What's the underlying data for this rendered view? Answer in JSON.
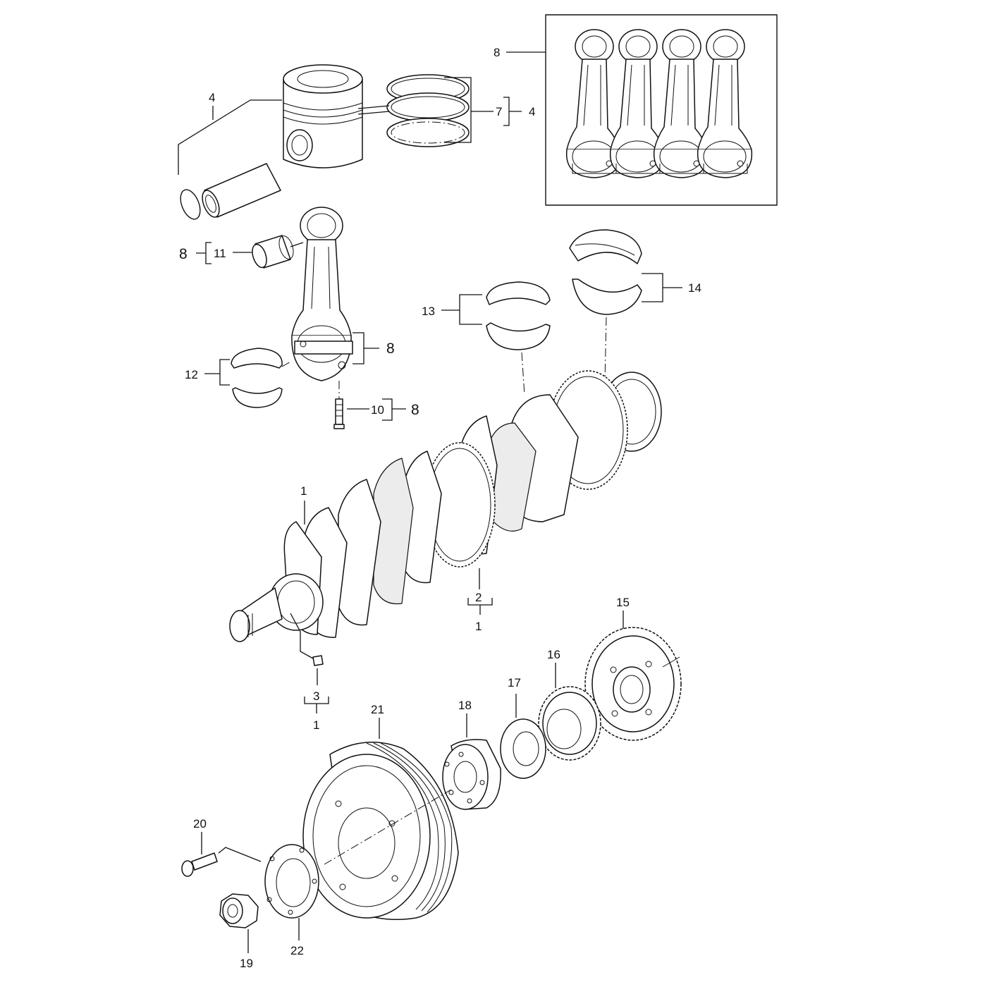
{
  "callouts": {
    "c8_box": "8",
    "c4_piston": "4",
    "c7_rings": "7",
    "c4_rings": "4",
    "c8_rod": "8",
    "c11": "11",
    "c8_cap": "8",
    "c12": "12",
    "c10": "10",
    "c8_bolt": "8",
    "c13": "13",
    "c14": "14",
    "c1_crank": "1",
    "c2": "2",
    "c1_gear": "1",
    "c3": "3",
    "c1_pin": "1",
    "c15": "15",
    "c16": "16",
    "c17": "17",
    "c18": "18",
    "c21": "21",
    "c20": "20",
    "c22": "22",
    "c19": "19"
  },
  "icons": {
    "piston": "piston-icon",
    "piston_rings": "piston-rings-icon",
    "connecting_rod": "connecting-rod-icon",
    "crankshaft": "crankshaft-icon",
    "gear": "gear-icon",
    "pulley": "pulley-icon"
  }
}
